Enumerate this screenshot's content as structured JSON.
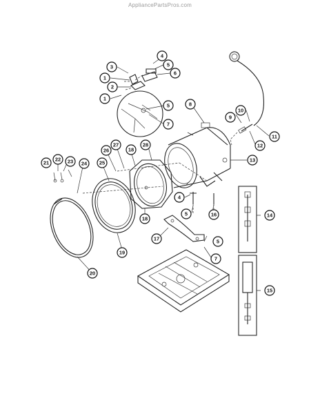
{
  "watermark": "AppliancePartsPros.com",
  "callouts": [
    "1",
    "1",
    "2",
    "3",
    "4",
    "4",
    "5",
    "5",
    "5",
    "5",
    "6",
    "7",
    "7",
    "8",
    "9",
    "10",
    "11",
    "12",
    "13",
    "14",
    "15",
    "16",
    "17",
    "18",
    "18",
    "19",
    "20",
    "21",
    "22",
    "23",
    "24",
    "25",
    "26",
    "27",
    "28"
  ]
}
